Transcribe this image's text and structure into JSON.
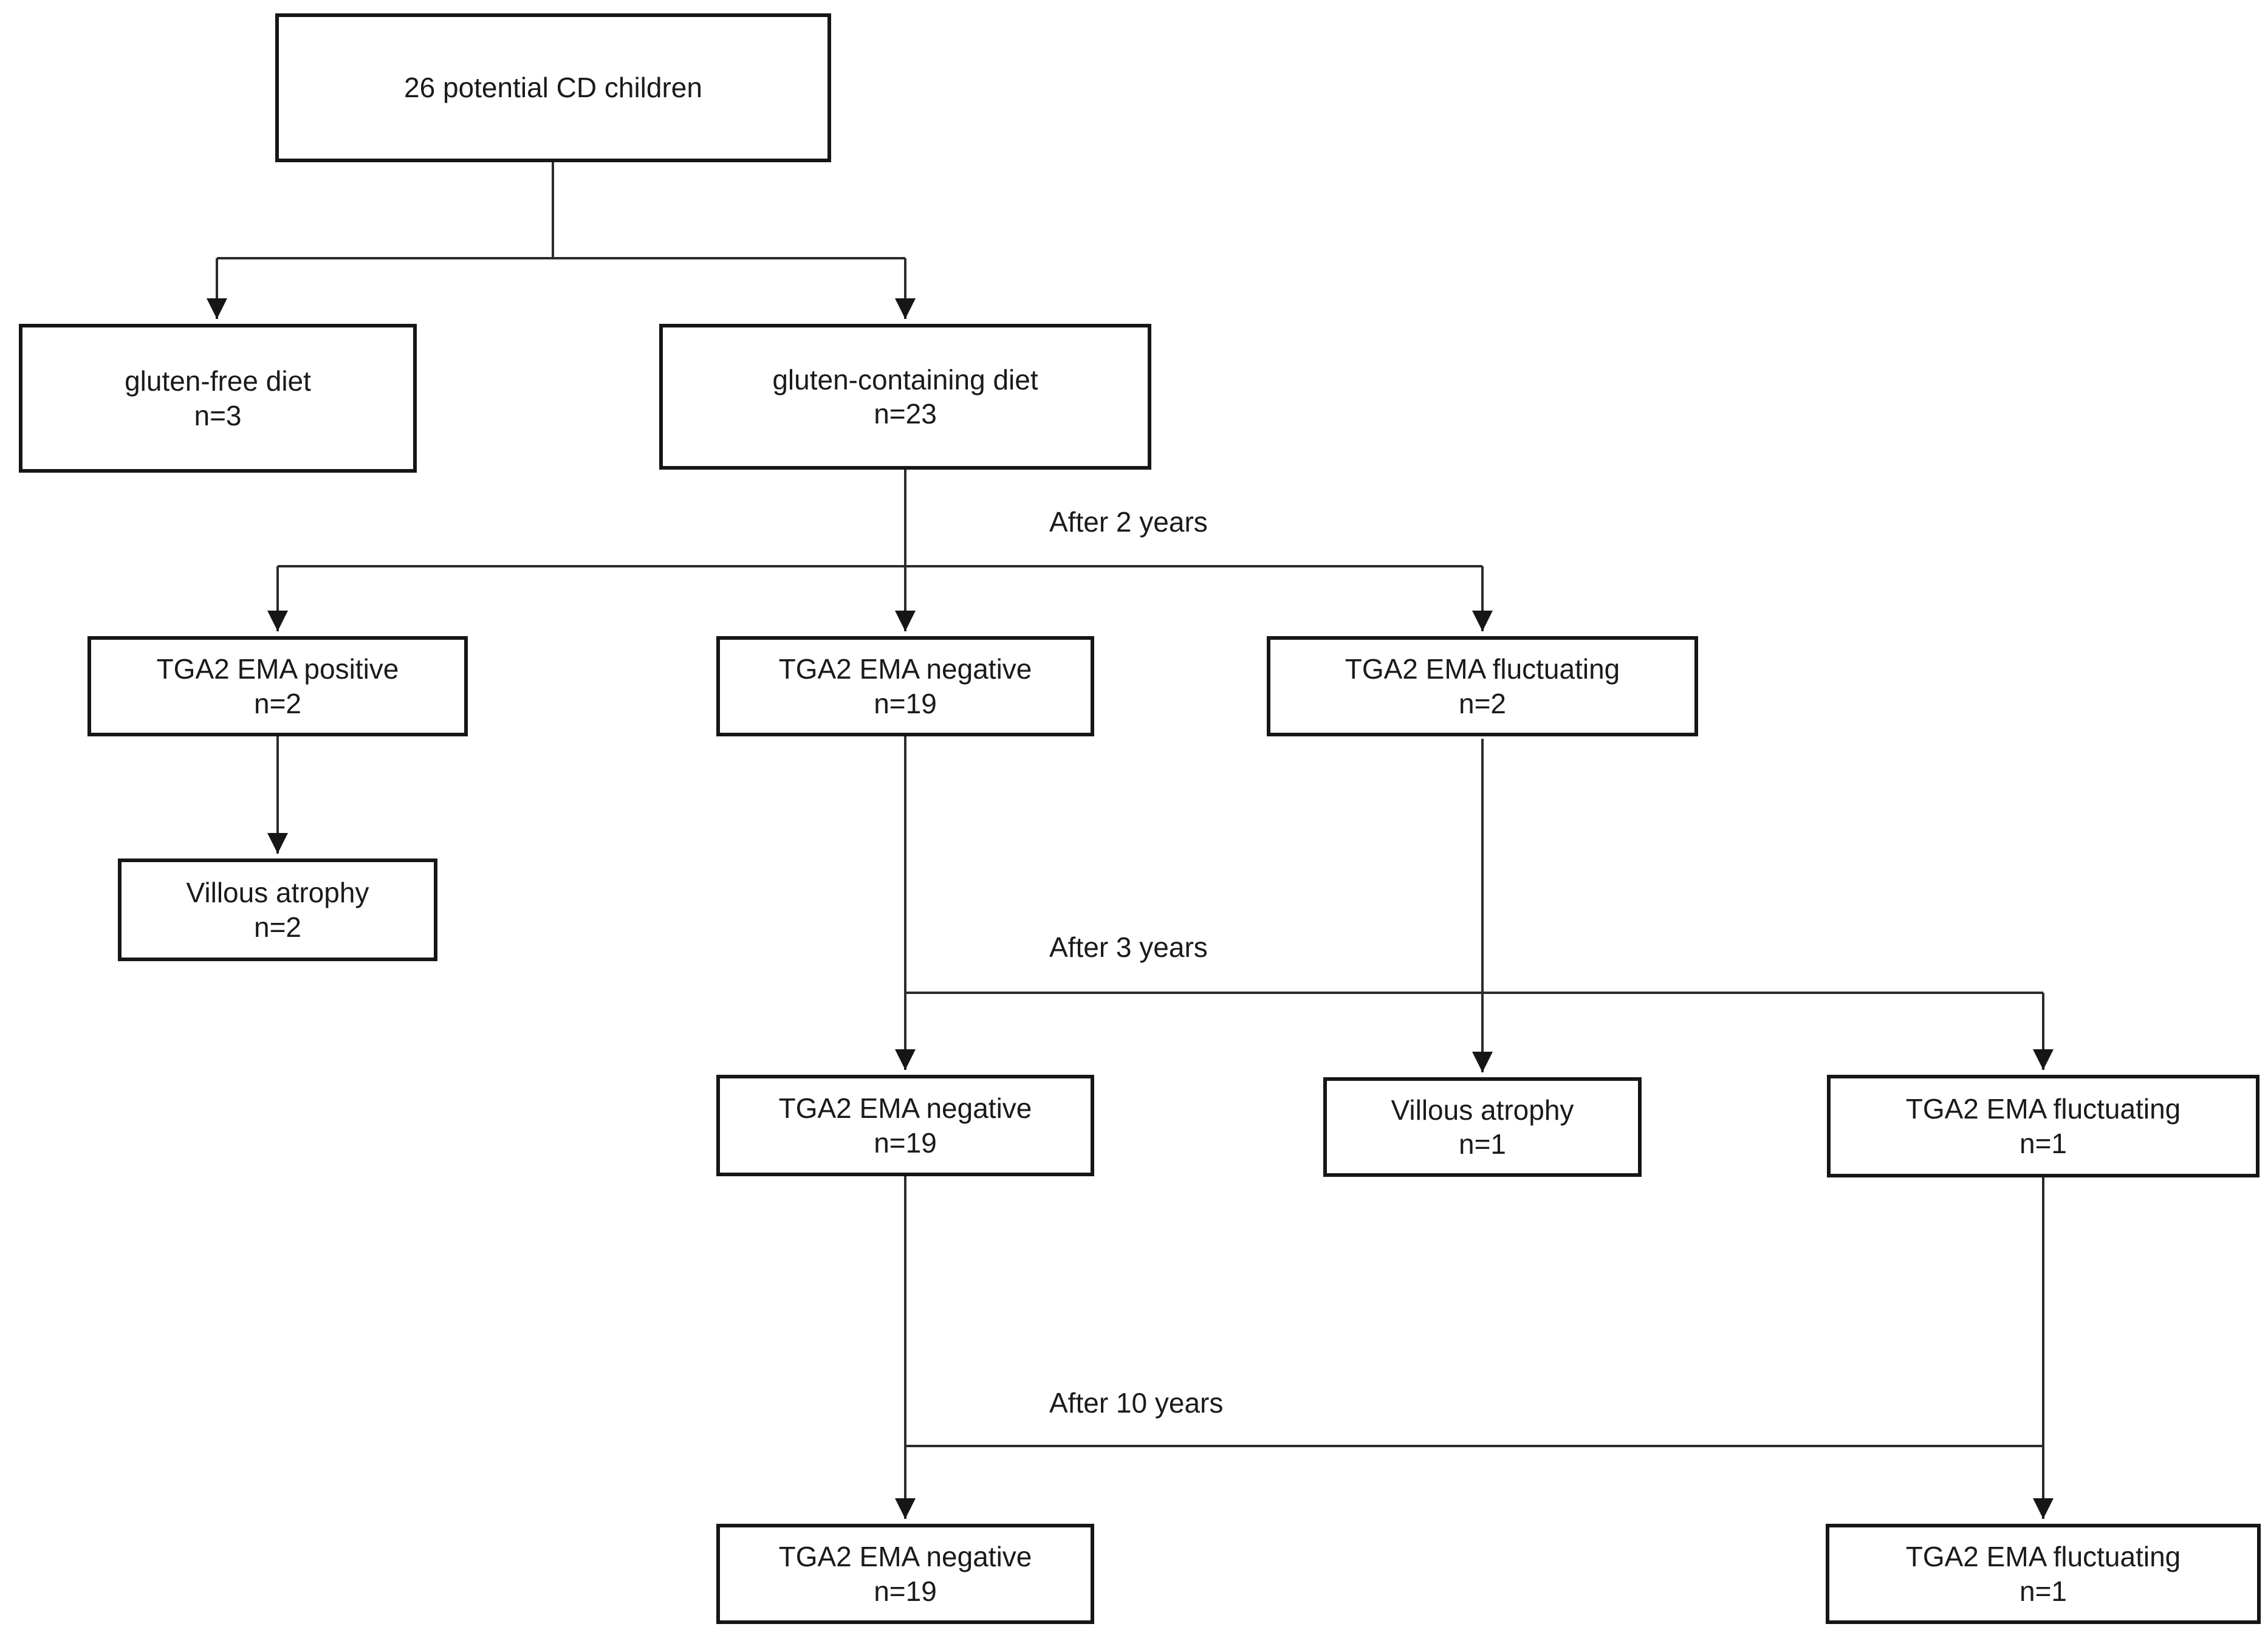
{
  "colors": {
    "background": "#ffffff",
    "box_border": "#161616",
    "connector_line": "#2b2b2b",
    "text": "#1a1a1a"
  },
  "flowchart": {
    "boxes": {
      "root": {
        "label": "26 potential CD children"
      },
      "gluten_free": {
        "label": "gluten-free diet",
        "count": "n=3"
      },
      "gluten_containing": {
        "label": "gluten-containing diet",
        "count": "n=23"
      },
      "tga2_positive_2y": {
        "label": "TGA2 EMA positive",
        "count": "n=2"
      },
      "tga2_negative_2y": {
        "label": "TGA2 EMA negative",
        "count": "n=19"
      },
      "tga2_fluctuating_2y": {
        "label": "TGA2 EMA fluctuating",
        "count": "n=2"
      },
      "villous_atrophy_2y": {
        "label": "Villous atrophy",
        "count": "n=2"
      },
      "tga2_negative_3y": {
        "label": "TGA2 EMA negative",
        "count": "n=19"
      },
      "villous_atrophy_3y": {
        "label": "Villous atrophy",
        "count": "n=1"
      },
      "tga2_fluctuating_3y": {
        "label": "TGA2 EMA fluctuating",
        "count": "n=1"
      },
      "tga2_negative_10y": {
        "label": "TGA2 EMA negative",
        "count": "n=19"
      },
      "tga2_fluctuating_10y": {
        "label": "TGA2 EMA fluctuating",
        "count": "n=1"
      }
    },
    "stage_labels": {
      "after_2_years": "After 2 years",
      "after_3_years": "After 3 years",
      "after_10_years": "After 10 years"
    }
  }
}
